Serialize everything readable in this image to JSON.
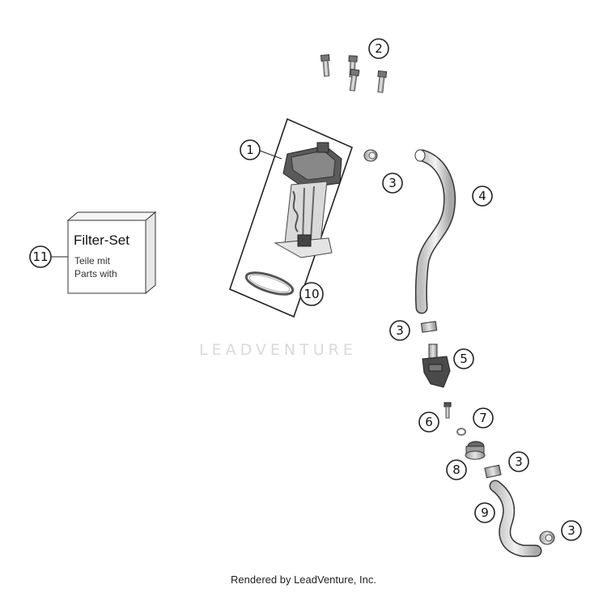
{
  "callouts": {
    "c1": "1",
    "c2": "2",
    "c3a": "3",
    "c3b": "3",
    "c3c": "3",
    "c3d": "3",
    "c4": "4",
    "c5": "5",
    "c6": "6",
    "c7": "7",
    "c8": "8",
    "c9": "9",
    "c10": "10",
    "c11": "11"
  },
  "filter_box": {
    "title": "Filter-Set",
    "line1": "Teile mit",
    "line2": "Parts with"
  },
  "watermark": "LEADVENTURE",
  "footer": "Rendered by LeadVenture, Inc."
}
